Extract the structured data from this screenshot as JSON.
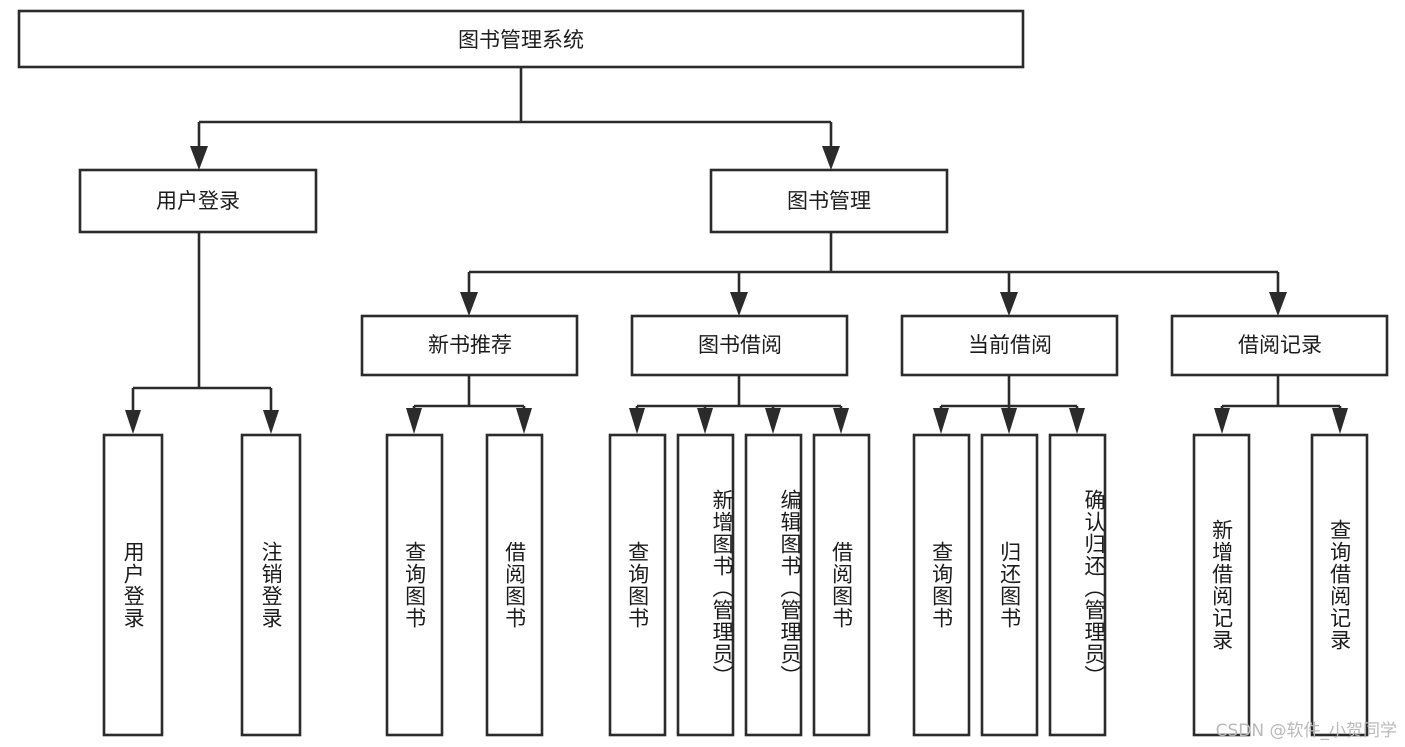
{
  "diagram": {
    "title": "图书管理系统",
    "type": "tree",
    "orientation": "top-down",
    "colors": {
      "background": "#ffffff",
      "node_fill": "#ffffff",
      "node_stroke": "#2b2b2b",
      "text": "#1c1c1c",
      "watermark": "#b9b9b9"
    },
    "root": {
      "label": "图书管理系统"
    },
    "level2": [
      {
        "id": "user-login",
        "label": "用户登录"
      },
      {
        "id": "book-manage",
        "label": "图书管理"
      }
    ],
    "level3": [
      {
        "id": "new-book-recommend",
        "label": "新书推荐",
        "parent": "book-manage"
      },
      {
        "id": "book-borrow",
        "label": "图书借阅",
        "parent": "book-manage"
      },
      {
        "id": "current-borrow",
        "label": "当前借阅",
        "parent": "book-manage"
      },
      {
        "id": "borrow-record",
        "label": "借阅记录",
        "parent": "book-manage"
      }
    ],
    "leaves": [
      {
        "id": "leaf-user-login",
        "label": "用户登录",
        "parent": "user-login"
      },
      {
        "id": "leaf-user-logout",
        "label": "注销登录",
        "parent": "user-login"
      },
      {
        "id": "leaf-query-book-1",
        "label": "查询图书",
        "parent": "new-book-recommend"
      },
      {
        "id": "leaf-borrow-book-1",
        "label": "借阅图书",
        "parent": "new-book-recommend"
      },
      {
        "id": "leaf-query-book-2",
        "label": "查询图书",
        "parent": "book-borrow"
      },
      {
        "id": "leaf-add-book",
        "label": "新增图书（管理员）",
        "parent": "book-borrow"
      },
      {
        "id": "leaf-edit-book",
        "label": "编辑图书（管理员）",
        "parent": "book-borrow"
      },
      {
        "id": "leaf-borrow-book-2",
        "label": "借阅图书",
        "parent": "book-borrow"
      },
      {
        "id": "leaf-query-book-3",
        "label": "查询图书",
        "parent": "current-borrow"
      },
      {
        "id": "leaf-return-book",
        "label": "归还图书",
        "parent": "current-borrow"
      },
      {
        "id": "leaf-confirm-return",
        "label": "确认归还（管理员）",
        "parent": "current-borrow"
      },
      {
        "id": "leaf-add-record",
        "label": "新增借阅记录",
        "parent": "borrow-record"
      },
      {
        "id": "leaf-query-record",
        "label": "查询借阅记录",
        "parent": "borrow-record"
      }
    ]
  },
  "watermark": {
    "text": "CSDN @软件_小贺同学"
  }
}
